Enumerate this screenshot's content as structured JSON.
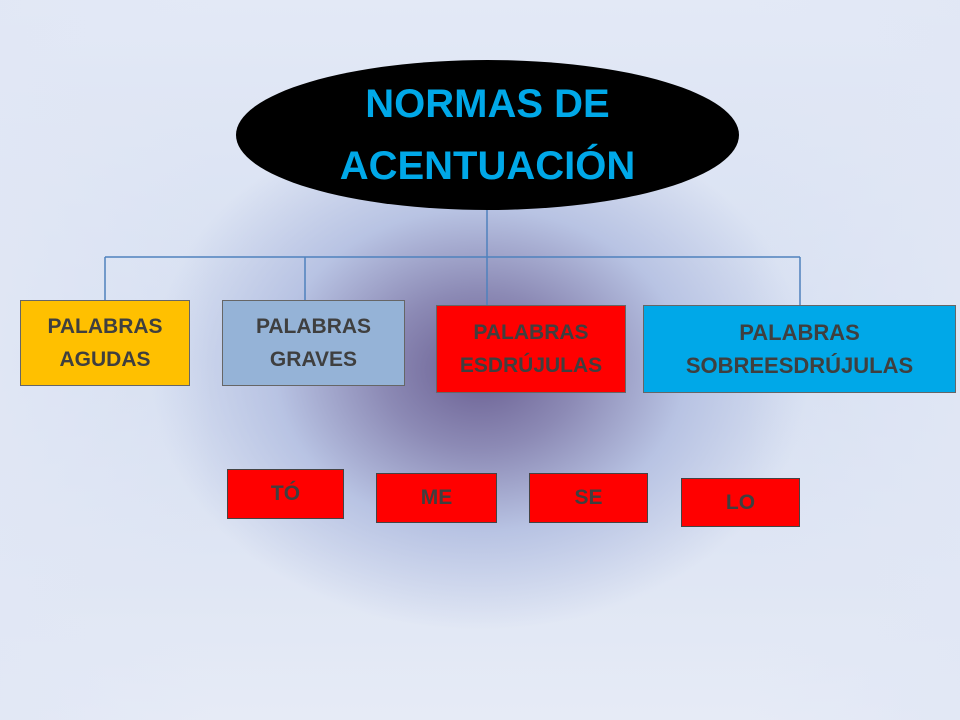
{
  "title": "NORMAS DE\nACENTUACIÓN",
  "categories": [
    {
      "label": "PALABRAS\nAGUDAS",
      "color": "#ffc000"
    },
    {
      "label": "PALABRAS\nGRAVES",
      "color": "#95b3d7"
    },
    {
      "label": "PALABRAS\nESDRÚJULAS",
      "color": "#ff0000"
    },
    {
      "label": "PALABRAS\nSOBREESDRÚJULAS",
      "color": "#00a8e8"
    }
  ],
  "syllables": [
    "TÓ",
    "ME",
    "SE",
    "LO"
  ],
  "colors": {
    "title_bg": "#000000",
    "title_text": "#00a8e8",
    "connector": "#4f81bd",
    "syllable_bg": "#ff0000"
  }
}
